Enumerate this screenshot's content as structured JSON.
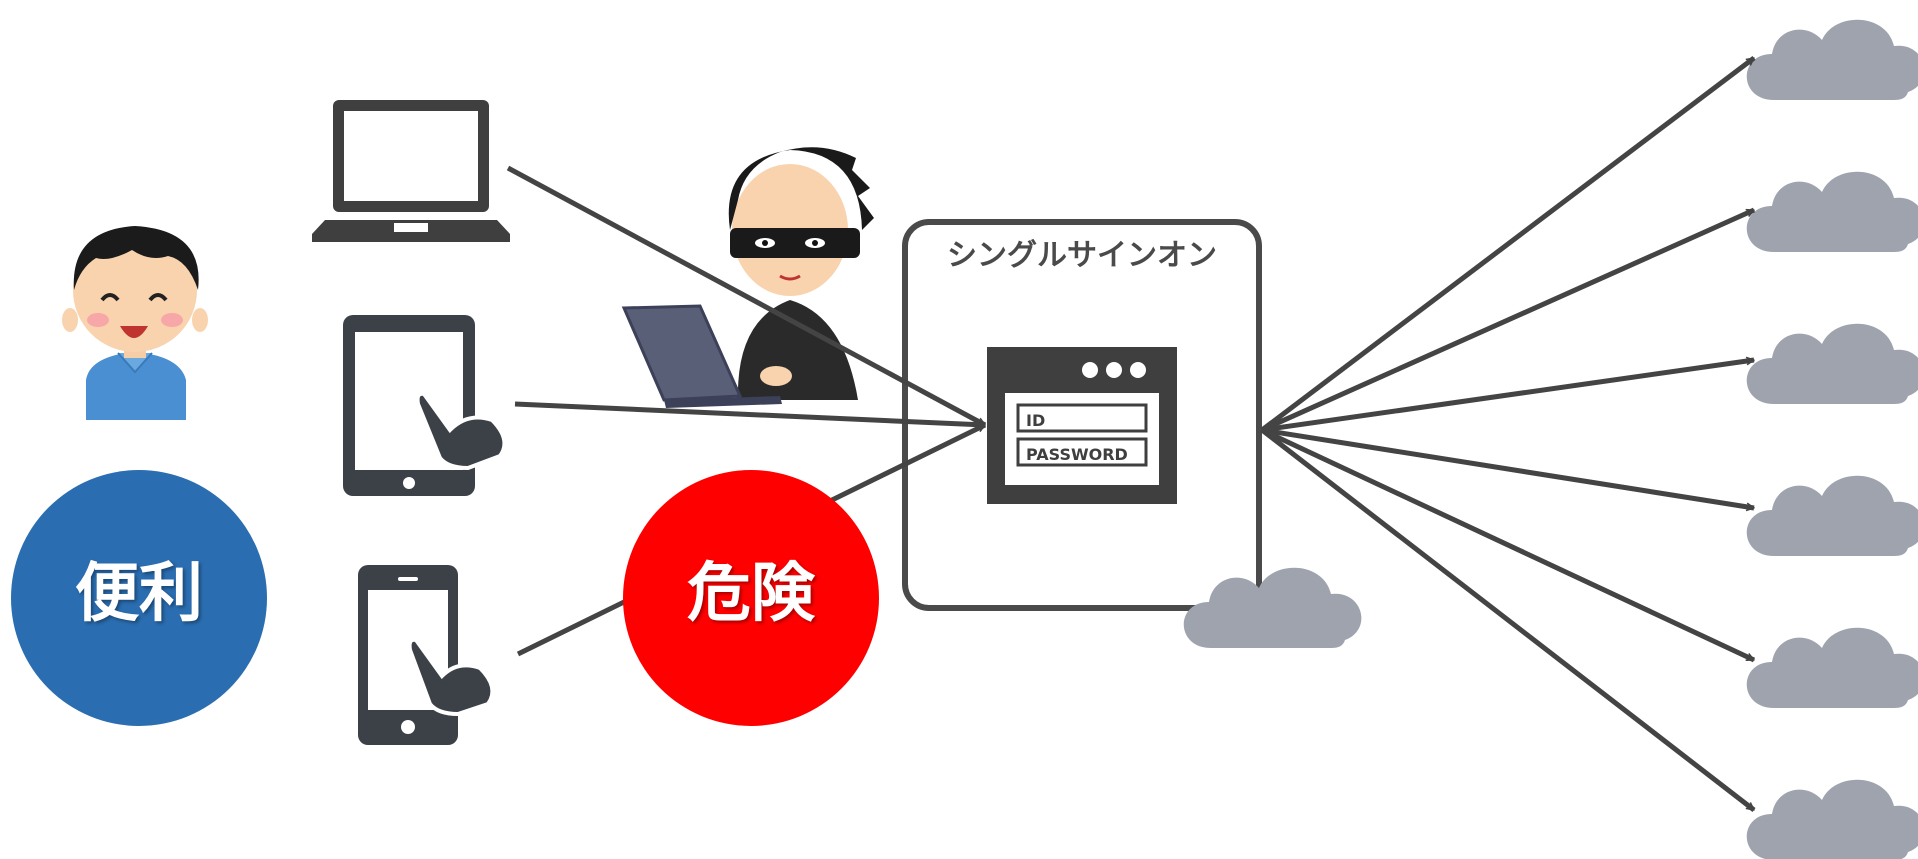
{
  "labels": {
    "convenient": "便利",
    "danger": "危険",
    "sso_title": "シングルサインオン",
    "id_field": "ID",
    "password_field": "PASSWORD"
  },
  "colors": {
    "convenient_circle": "#2a6db1",
    "danger_circle": "#ff0000",
    "device": "#3f3f3f",
    "arrow": "#444444",
    "cloud": "#9fa3ae",
    "sso_border": "#4a4a4a"
  },
  "icons": [
    "person-icon",
    "laptop-icon",
    "tablet-icon",
    "smartphone-icon",
    "hacker-icon",
    "login-window-icon",
    "cloud-icon"
  ]
}
